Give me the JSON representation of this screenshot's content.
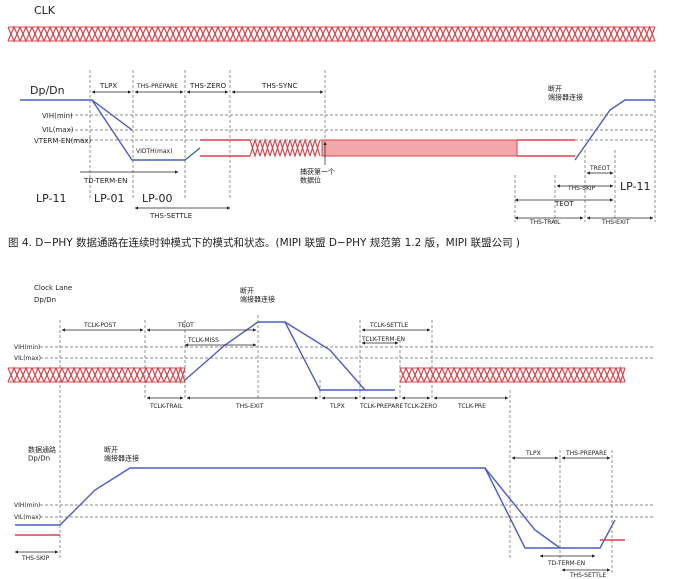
{
  "colors": {
    "signal": "#4a5fc1",
    "diff": "#d9434b",
    "diff_fill": "#f2a7ab",
    "dash": "#666666",
    "text": "#222222"
  },
  "figure4": {
    "clk_label": "CLK",
    "dpdn_label": "Dp/Dn",
    "vih_min": "VIH(min)",
    "vil_max": "VIL(max)",
    "vterm_en_max": "VTERM-EN(max)",
    "vidth_max": "VIDTH(max)",
    "t_lpx": "TLPX",
    "t_hs_prepare": "THS-PREPARE",
    "t_hs_zero": "THS-ZERO",
    "t_hs_sync": "THS-SYNC",
    "t_d_term_en": "TD-TERM-EN",
    "t_hs_settle": "THS-SETTLE",
    "lp11_left": "LP-11",
    "lp01": "LP-01",
    "lp00": "LP-00",
    "capture_first_bit": "捕获第一个\n数据位",
    "disconnect_terminator": "断开\n端接器连接",
    "t_reot": "TREOT",
    "t_hs_skip": "THS-SKIP",
    "t_eot": "TEOT",
    "t_hs_trail": "THS-TRAIL",
    "t_hs_exit": "THS-EXIT",
    "lp11_right": "LP-11",
    "caption": "图 4. D−PHY 数据通路在连续时钟模式下的模式和状态。(MIPI 联盟 D−PHY 规范第 1.2 版，MIPI 联盟公司 )"
  },
  "figure5": {
    "clock_lane": "Clock Lane",
    "dpdn": "Dp/Dn",
    "vih_min": "VIH(min)",
    "vil_max": "VIL(max)",
    "t_clk_post": "TCLK-POST",
    "t_eot": "TEOT",
    "t_clk_miss": "TCLK-MISS",
    "t_clk_settle": "TCLK-SETTLE",
    "t_clk_term_en": "TCLK-TERM-EN",
    "disconnect_terminator_top": "断开\n端接器连接",
    "t_clk_trail": "TCLK-TRAIL",
    "t_hs_exit": "THS-EXIT",
    "t_lpx": "TLPX",
    "t_clk_prepare": "TCLK-PREPARE",
    "t_clk_zero": "TCLK-ZERO",
    "t_clk_pre": "TCLK-PRE",
    "data_lane_label": "数据通路\nDp/Dn",
    "disconnect_terminator_bottom": "断开\n端接器连接",
    "vih_min_2": "VIH(min)",
    "vil_max_2": "VIL(max)",
    "t_hs_skip": "THS-SKIP",
    "t_lpx_2": "TLPX",
    "t_hs_prepare": "THS-PREPARE",
    "t_d_term_en": "TD-TERM-EN",
    "t_hs_settle": "THS-SETTLE"
  }
}
